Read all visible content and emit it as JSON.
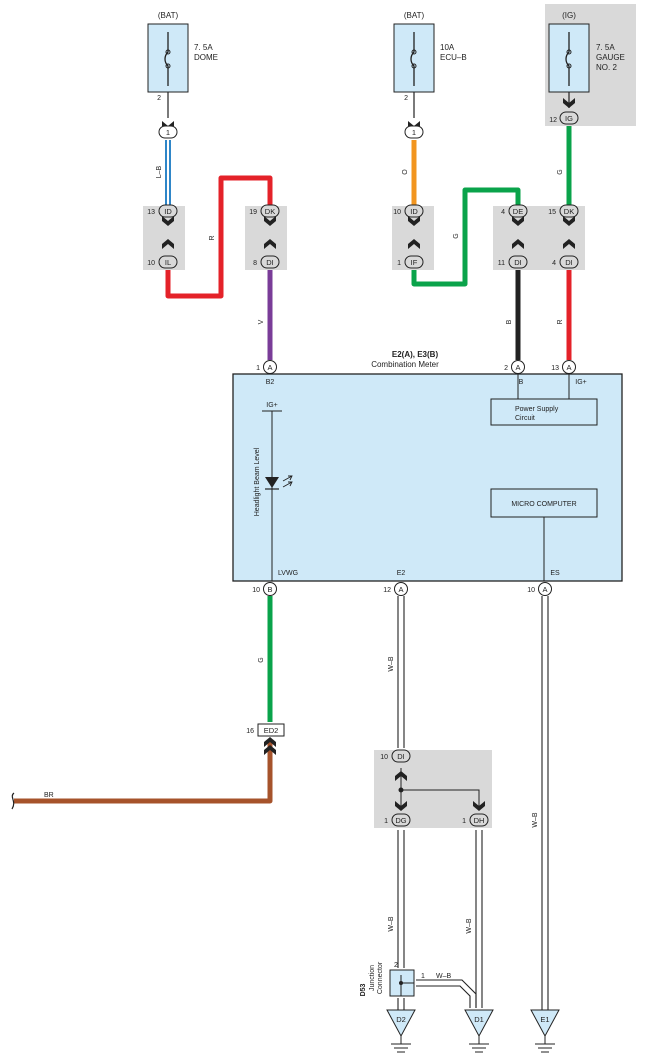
{
  "colors": {
    "red": "#e42229",
    "purple": "#7a3c98",
    "green": "#0aa34a",
    "orange": "#f2951f",
    "black": "#222222",
    "blue": "#2f86c8",
    "brown": "#a6532b",
    "meter_fill": "#cfe9f8",
    "gray_box": "#d9d9d9"
  },
  "fuses": [
    {
      "source": "(BAT)",
      "rating": "7. 5A",
      "name": "DOME",
      "name2": "",
      "pin": "2"
    },
    {
      "source": "(BAT)",
      "rating": "10A",
      "name": "ECU–B",
      "name2": "",
      "pin": "2"
    },
    {
      "source": "(IG)",
      "rating": "7. 5A",
      "name": "GAUGE",
      "name2": "NO. 2",
      "pin": "12"
    }
  ],
  "connectors": {
    "c1a": "1",
    "c1b": "1",
    "ig": "IG",
    "id1": "ID",
    "id1_pin": "13",
    "il": "IL",
    "il_pin": "10",
    "dk1": "DK",
    "dk1_pin": "19",
    "di1": "DI",
    "di1_pin": "8",
    "id2": "ID",
    "id2_pin": "10",
    "if": "IF",
    "if_pin": "1",
    "de": "DE",
    "de_pin": "4",
    "di2": "DI",
    "di2_pin": "11",
    "dk2": "DK",
    "dk2_pin": "15",
    "di3": "DI",
    "di3_pin": "4",
    "ed2": "ED2",
    "ed2_pin": "16",
    "di4": "DI",
    "di4_pin": "10",
    "dg": "DG",
    "dg_pin": "1",
    "dh": "DH",
    "dh_pin": "1"
  },
  "wires": {
    "lb": "L–B",
    "r1": "R",
    "v": "V",
    "o": "O",
    "g1": "G",
    "g2": "G",
    "b": "B",
    "r2": "R",
    "g3": "G",
    "wb1": "W–B",
    "wb2": "W–B",
    "wb3": "W–B",
    "wb4": "W–B",
    "wb5": "W–B",
    "br": "BR"
  },
  "meter": {
    "code": "E2(A), E3(B)",
    "name": "Combination Meter",
    "pin_a1": "1",
    "pin_a1_label": "A",
    "pin_a2": "2",
    "pin_a2_label": "A",
    "pin_a13": "13",
    "pin_a13_label": "A",
    "pin_b10": "10",
    "pin_b10_label": "B",
    "pin_a12": "12",
    "pin_a12_label": "A",
    "pin_a10": "10",
    "pin_a10_label": "A",
    "b2": "B2",
    "b": "B",
    "igp": "IG+",
    "igp_inner": "IG+",
    "led_label": "Headlight Beam Level",
    "psu_1": "Power Supply",
    "psu_2": "Circuit",
    "micro": "MICRO COMPUTER",
    "lvwg": "LVWG",
    "e2": "E2",
    "es": "ES"
  },
  "junction": {
    "code": "D53",
    "label1": "Junction",
    "label2": "Connector",
    "pin2": "2",
    "pin1": "1"
  },
  "grounds": [
    "D2",
    "D1",
    "E1"
  ]
}
